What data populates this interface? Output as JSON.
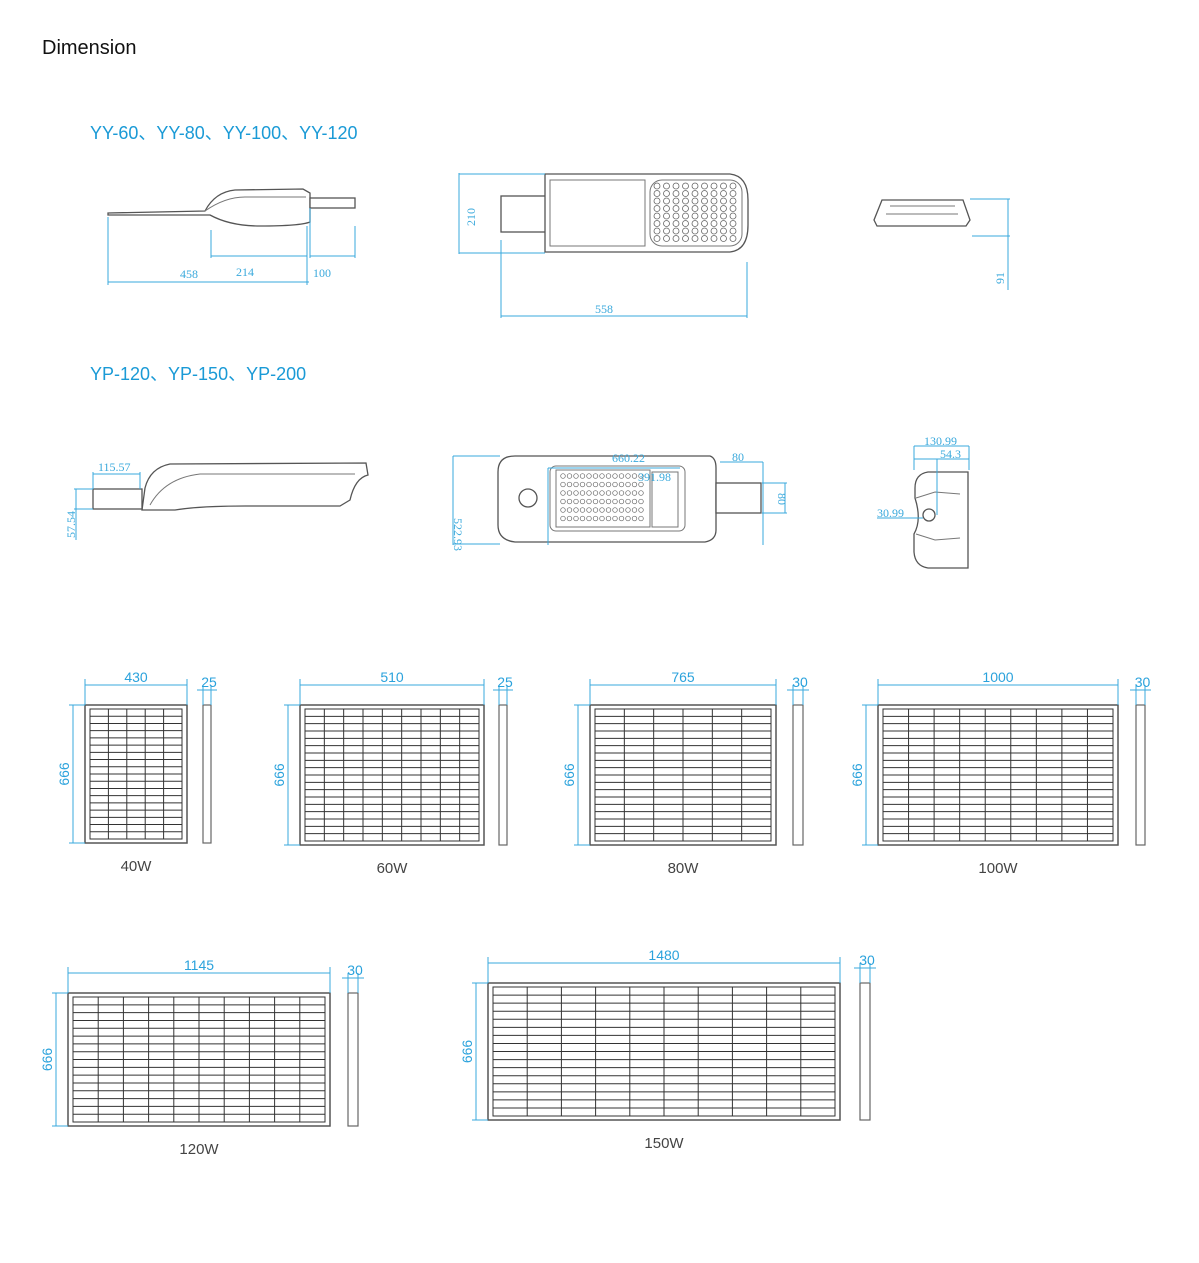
{
  "title": "Dimension",
  "colors": {
    "dimension": "#3aa9dc",
    "model_heading": "#1a9ad6",
    "outline": "#555555"
  },
  "yy_series": {
    "heading": "YY-60、YY-80、YY-100、YY-120",
    "side_view": {
      "overall": "458",
      "body": "214",
      "arm": "100"
    },
    "top_view": {
      "width": "210",
      "length": "558"
    },
    "end_view": {
      "height": "91"
    }
  },
  "yp_series": {
    "heading": "YP-120、YP-150、YP-200",
    "side_view": {
      "arm_length": "115.57",
      "arm_height": "57.54"
    },
    "top_view": {
      "width": "522.93",
      "length": "660.22",
      "panel_length": "391.98",
      "arm_length": "80",
      "arm_width": "80"
    },
    "end_view": {
      "overall": "130.99",
      "offset": "54.3",
      "hole": "30.99"
    }
  },
  "panels": [
    {
      "label": "40W",
      "width": "430",
      "height": "666",
      "thickness": "25"
    },
    {
      "label": "60W",
      "width": "510",
      "height": "666",
      "thickness": "25"
    },
    {
      "label": "80W",
      "width": "765",
      "height": "666",
      "thickness": "30"
    },
    {
      "label": "100W",
      "width": "1000",
      "height": "666",
      "thickness": "30"
    },
    {
      "label": "120W",
      "width": "1145",
      "height": "666",
      "thickness": "30"
    },
    {
      "label": "150W",
      "width": "1480",
      "height": "666",
      "thickness": "30"
    }
  ]
}
